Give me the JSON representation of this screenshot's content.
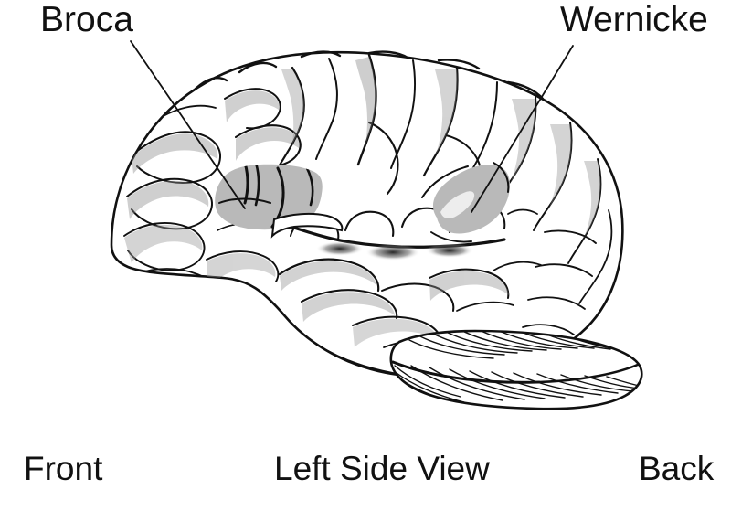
{
  "figure": {
    "title": "Left Side View",
    "view": "Left Side View",
    "background_color": "#ffffff",
    "outline_color": "#111111",
    "highlight_color": "#b9b9b9",
    "shade_color": "#d8d8d8"
  },
  "labels": {
    "broca": "Broca",
    "wernicke": "Wernicke",
    "front": "Front",
    "back": "Back",
    "view": "Left Side View"
  },
  "regions": [
    {
      "name": "Broca",
      "label": "Broca",
      "fill": "#b9b9b9",
      "side": "left",
      "leader_from": [
        143,
        45
      ],
      "leader_to": [
        268,
        228
      ]
    },
    {
      "name": "Wernicke",
      "label": "Wernicke",
      "fill": "#b9b9b9",
      "side": "right",
      "leader_from": [
        627,
        50
      ],
      "leader_to": [
        516,
        232
      ]
    }
  ],
  "structures": [
    "cerebrum",
    "frontal-lobe",
    "parietal-lobe",
    "temporal-lobe",
    "occipital-lobe",
    "cerebellum",
    "sylvian-fissure"
  ]
}
